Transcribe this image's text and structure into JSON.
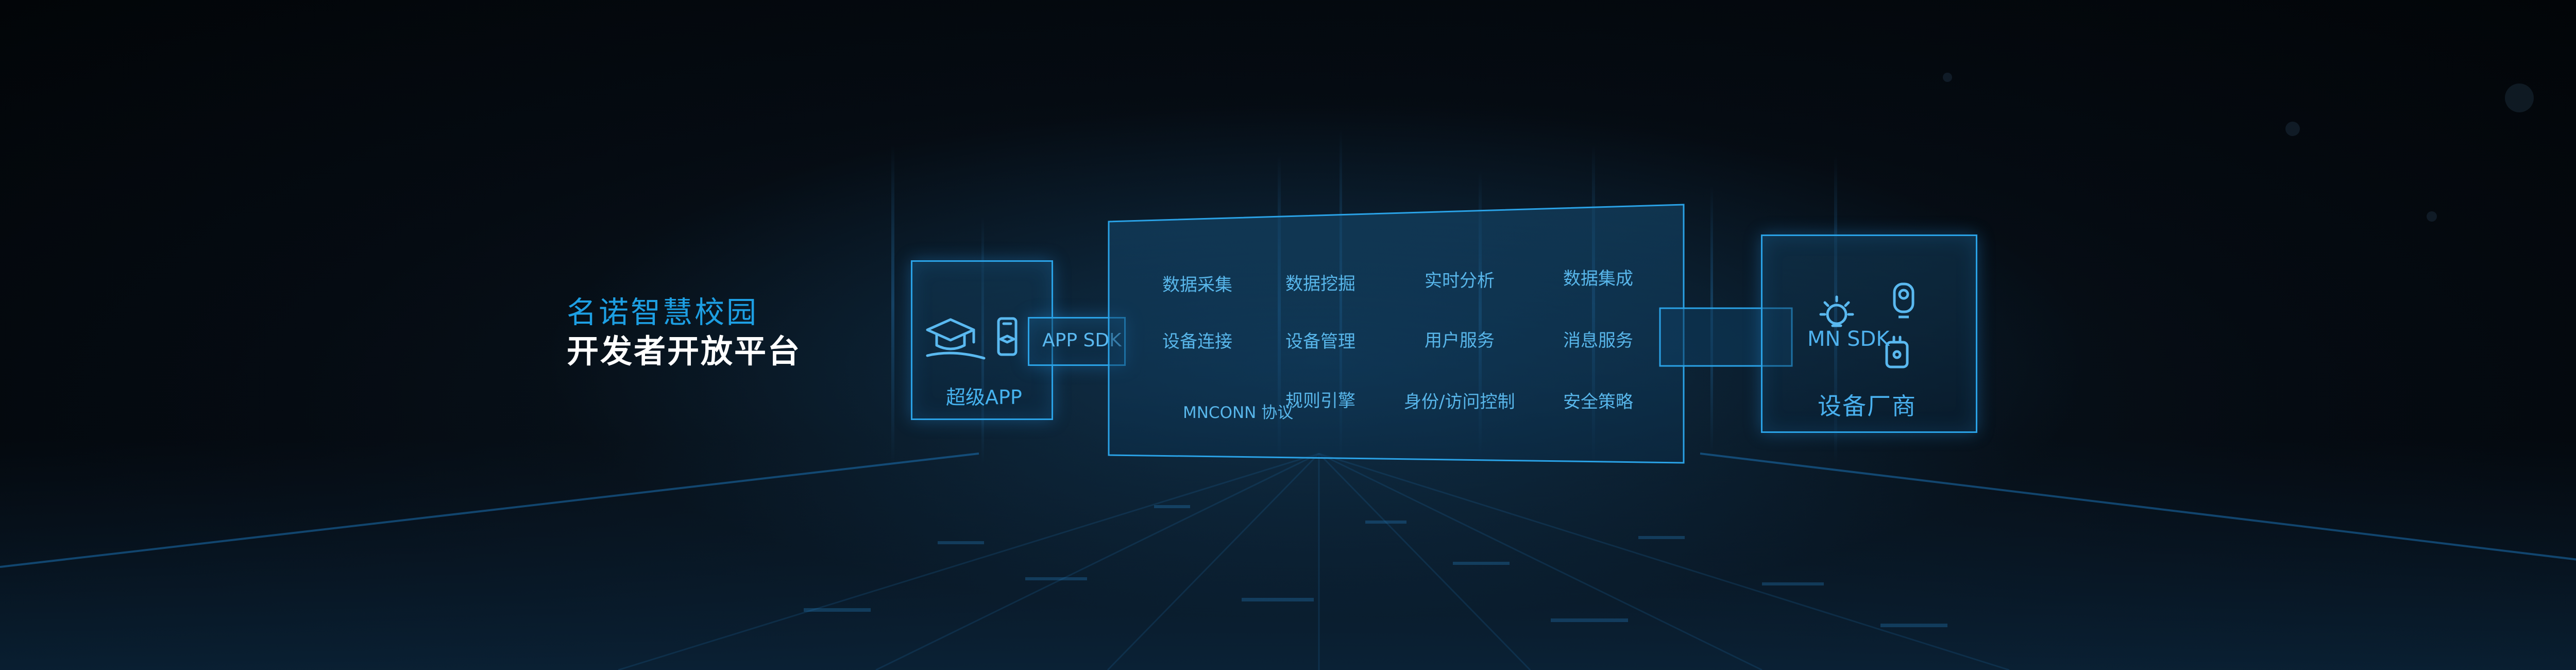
{
  "title": {
    "line1": "名诺智慧校园",
    "line2": "开发者开放平台"
  },
  "left_panel": {
    "app_label": "超级APP",
    "icon": "graduation-cap-phone-icon"
  },
  "sdk_tag": "APP SDK",
  "center_panel": {
    "cells": [
      "数据采集",
      "数据挖掘",
      "实时分析",
      "数据集成",
      "设备连接",
      "设备管理",
      "用户服务",
      "消息服务",
      "MNCONN 协议",
      "规则引擎",
      "身份/访问控制",
      "安全策略"
    ]
  },
  "right_panel": {
    "sdk_label": "MN SDK",
    "device_label": "设备厂商",
    "icons": [
      "lightbulb-icon",
      "camera-icon",
      "plug-icon"
    ]
  },
  "colors": {
    "accent": "#1d9fe3",
    "panel_border": "#2aa2e6",
    "background": "#050b12"
  }
}
